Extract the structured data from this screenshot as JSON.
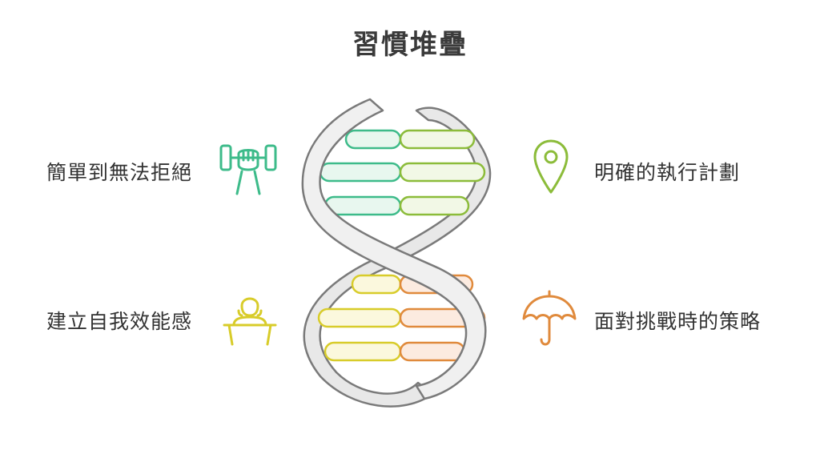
{
  "title": "習慣堆疊",
  "items": {
    "top_left": {
      "label": "簡單到無法拒絕",
      "icon": "dumbbell-lift-icon",
      "color": "#3dbb8a"
    },
    "top_right": {
      "label": "明確的執行計劃",
      "icon": "location-pin-icon",
      "color": "#8cbc3a"
    },
    "bottom_left": {
      "label": "建立自我效能感",
      "icon": "speaker-podium-icon",
      "color": "#d8cc2a"
    },
    "bottom_right": {
      "label": "面對挑戰時的策略",
      "icon": "umbrella-icon",
      "color": "#e08a3c"
    }
  },
  "colors": {
    "green": "#3dbb8a",
    "lime": "#8cbc3a",
    "yellow": "#d8cc2a",
    "orange": "#e08a3c",
    "strand_stroke": "#7a7a7a",
    "strand_fill": "#f0f0f0"
  }
}
